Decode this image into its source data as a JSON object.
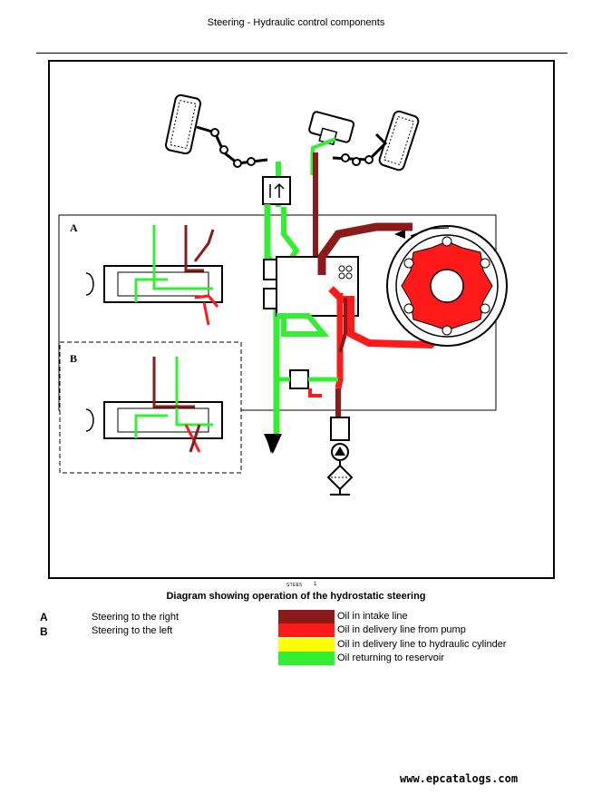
{
  "header": {
    "title": "Steering - Hydraulic control components"
  },
  "diagram": {
    "label_a": "A",
    "label_b": "B",
    "code": "STEE5",
    "number": "1",
    "caption": "Diagram showing operation of the hydrostatic steering"
  },
  "key": [
    {
      "letter": "A",
      "text": "Steering to the right"
    },
    {
      "letter": "B",
      "text": "Steering to the left"
    }
  ],
  "legend": [
    {
      "color": "#8b1a1a",
      "text": "Oil in intake line"
    },
    {
      "color": "#ff1a1a",
      "text": "Oil in delivery line from pump"
    },
    {
      "color": "#ffff00",
      "text": "Oil in delivery line to hydraulic cylinder"
    },
    {
      "color": "#33ee33",
      "text": "Oil returning to reservoir"
    }
  ],
  "footer": {
    "watermark": "www.epcatalogs.com"
  }
}
